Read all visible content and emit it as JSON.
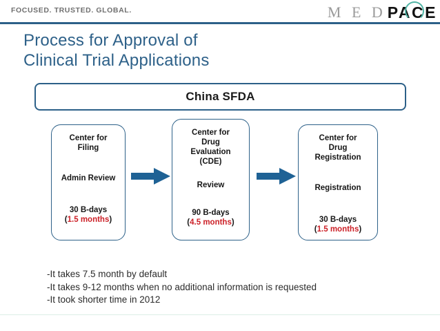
{
  "header": {
    "tagline": "FOCUSED. TRUSTED. GLOBAL.",
    "logo": {
      "part_light": "M E D",
      "part_bold": "PACE",
      "arc_color": "#4fb3a4"
    },
    "rule_color": "#2c6088"
  },
  "title": {
    "line1": "Process for Approval of",
    "line2": "Clinical Trial Applications",
    "color": "#2e6189"
  },
  "banner": {
    "label": "China SFDA",
    "border_color": "#2c6088"
  },
  "flow": {
    "arrow_color": "#1f6295",
    "box_border_color": "#2c6088",
    "months_color": "#cc2027",
    "steps": [
      {
        "title": "Center for\nFiling",
        "title_line1": "Center for",
        "title_line2": "Filing",
        "action": "Admin Review",
        "days": "30 B-days",
        "months_open": "(",
        "months": "1.5 months",
        "months_close": ")"
      },
      {
        "title_line1": "Center for",
        "title_line2": "Drug",
        "title_line3": "Evaluation",
        "title_line4": "(CDE)",
        "action": "Review",
        "days": "90 B-days",
        "months_open": "(",
        "months": "4.5 months",
        "months_close": ")"
      },
      {
        "title_line1": "Center for",
        "title_line2": "Drug",
        "title_line3": "Registration",
        "action": "Registration",
        "days": "30 B-days",
        "months_open": "(",
        "months": "1.5 months",
        "months_close": ")"
      }
    ]
  },
  "notes": [
    "-It takes 7.5 month by default",
    "-It takes 9-12 months when no additional information is requested",
    "-It took shorter time in 2012"
  ]
}
